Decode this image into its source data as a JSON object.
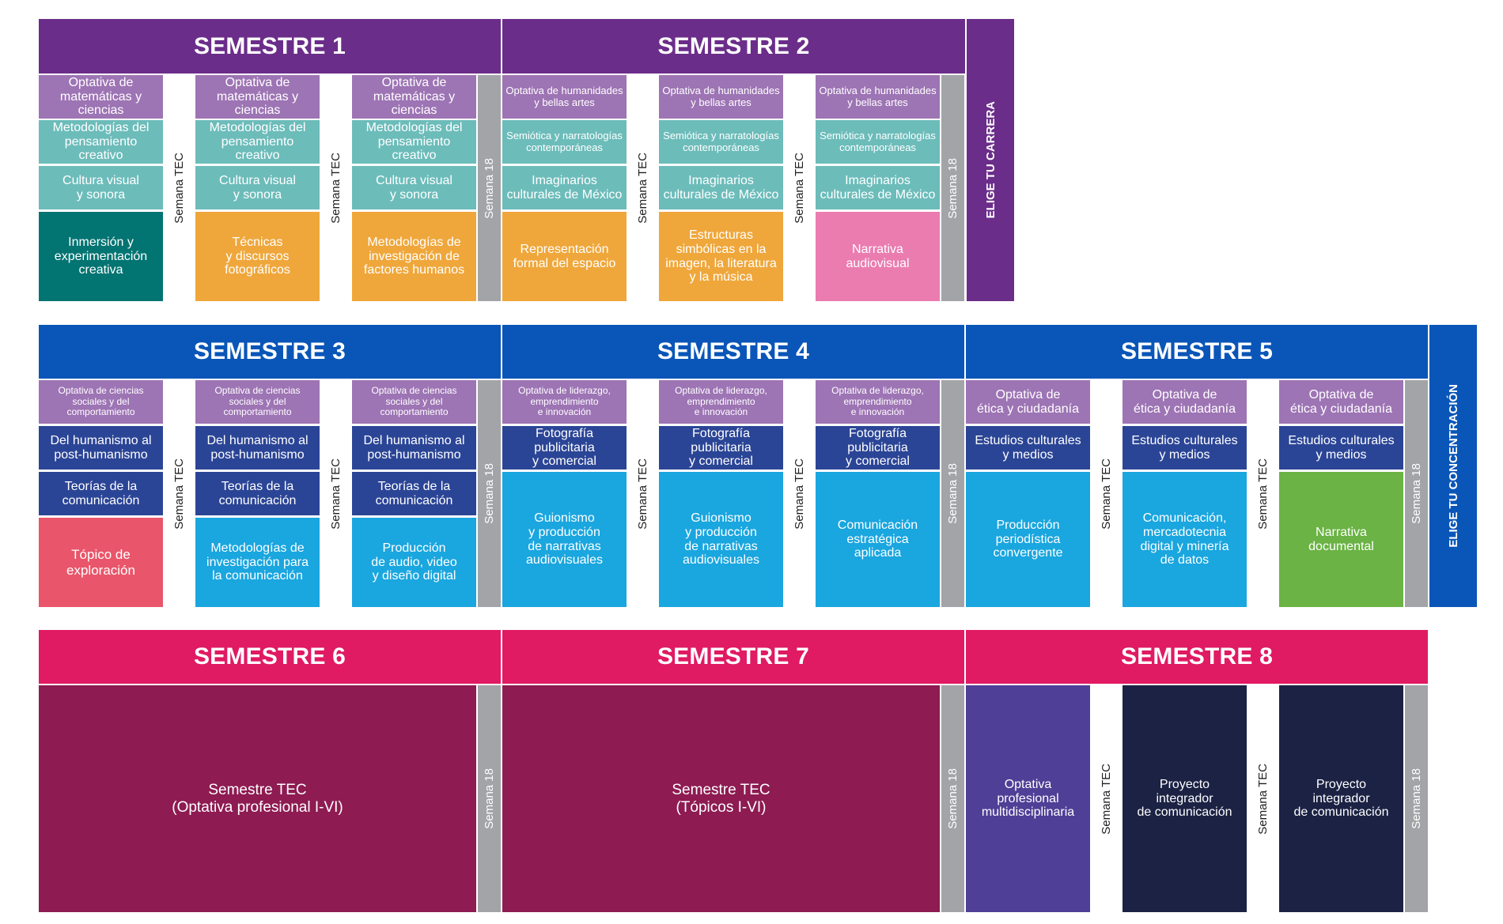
{
  "labels": {
    "semana_tec": "Semana TEC",
    "semana_18": "Semana 18",
    "elige_carrera": "ELIGE TU CARRERA",
    "elige_concentracion": "ELIGE TU CONCENTRACIÓN"
  },
  "semesters": [
    "SEMESTRE 1",
    "SEMESTRE 2",
    "SEMESTRE 3",
    "SEMESTRE 4",
    "SEMESTRE 5",
    "SEMESTRE 6",
    "SEMESTRE 7",
    "SEMESTRE 8"
  ],
  "colors": {
    "row1_header": "#6b2d8a",
    "row2_header": "#0a56b8",
    "row3_header": "#e01a63",
    "optativa_purple": "#9d74b4",
    "teal": "#6cbcba",
    "dark_teal": "#027472",
    "orange": "#efa73b",
    "pink": "#ea7cb0",
    "navy": "#2b4596",
    "cyan": "#1aa6df",
    "red": "#e9556a",
    "green": "#6ab344",
    "maroon": "#8e1b52",
    "indigo": "#4f3f96",
    "dark_navy": "#1b2244",
    "gray": "#a3a4a7"
  },
  "cells": {
    "r1": {
      "c1": [
        "Optativa de\nmatemáticas y ciencias",
        "Metodologías del\npensamiento creativo",
        "Cultura visual\ny sonora",
        "Inmersión y\nexperimentación\ncreativa"
      ],
      "c2": [
        "Optativa de\nmatemáticas y ciencias",
        "Metodologías del\npensamiento creativo",
        "Cultura visual\ny sonora",
        "Técnicas\ny discursos\nfotográficos"
      ],
      "c3": [
        "Optativa de\nmatemáticas y ciencias",
        "Metodologías del\npensamiento creativo",
        "Cultura visual\ny sonora",
        "Metodologías de\ninvestigación de\nfactores humanos"
      ],
      "c4": [
        "Optativa de humanidades\ny bellas artes",
        "Semiótica y narratologías\ncontemporáneas",
        "Imaginarios\nculturales de México",
        "Representación\nformal del espacio"
      ],
      "c5": [
        "Optativa de humanidades\ny bellas artes",
        "Semiótica y narratologías\ncontemporáneas",
        "Imaginarios\nculturales de México",
        "Estructuras\nsimbólicas en la\nimagen, la literatura\ny la música"
      ],
      "c6": [
        "Optativa de humanidades\ny bellas artes",
        "Semiótica y narratologías\ncontemporáneas",
        "Imaginarios\nculturales de México",
        "Narrativa\naudiovisual"
      ]
    },
    "r2": {
      "c1": [
        "Optativa de ciencias\nsociales y del\ncomportamiento",
        "Del humanismo al\npost-humanismo",
        "Teorías de la\ncomunicación",
        "Tópico de\nexploración"
      ],
      "c2": [
        "Optativa de ciencias\nsociales y del\ncomportamiento",
        "Del humanismo al\npost-humanismo",
        "Teorías de la\ncomunicación",
        "Metodologías de\ninvestigación para\nla comunicación"
      ],
      "c3": [
        "Optativa de ciencias\nsociales y del\ncomportamiento",
        "Del humanismo al\npost-humanismo",
        "Teorías de la\ncomunicación",
        "Producción\nde audio, video\ny diseño digital"
      ],
      "c4": [
        "Optativa de liderazgo,\nemprendimiento\ne innovación",
        "Fotografía publicitaria\ny comercial",
        "Guionismo\ny producción\nde narrativas\naudiovisuales"
      ],
      "c5": [
        "Optativa de liderazgo,\nemprendimiento\ne innovación",
        "Fotografía publicitaria\ny comercial",
        "Guionismo\ny producción\nde narrativas\naudiovisuales"
      ],
      "c6": [
        "Optativa de liderazgo,\nemprendimiento\ne innovación",
        "Fotografía publicitaria\ny comercial",
        "Comunicación\nestratégica\naplicada"
      ],
      "c7": [
        "Optativa de\nética y ciudadanía",
        "Estudios culturales\ny medios",
        "Producción\nperiodística\nconvergente"
      ],
      "c8": [
        "Optativa de\nética y ciudadanía",
        "Estudios culturales\ny medios",
        "Comunicación,\nmercadotecnia\ndigital y minería\nde datos"
      ],
      "c9": [
        "Optativa de\nética y ciudadanía",
        "Estudios culturales\ny medios",
        "Narrativa\ndocumental"
      ]
    },
    "r3": {
      "s6": "Semestre TEC\n(Optativa profesional I-VI)",
      "s7": "Semestre TEC\n(Tópicos I-VI)",
      "c1": "Optativa\nprofesional\nmultidisciplinaria",
      "c2": "Proyecto\nintegrador\nde comunicación",
      "c3": "Proyecto\nintegrador\nde comunicación"
    }
  }
}
